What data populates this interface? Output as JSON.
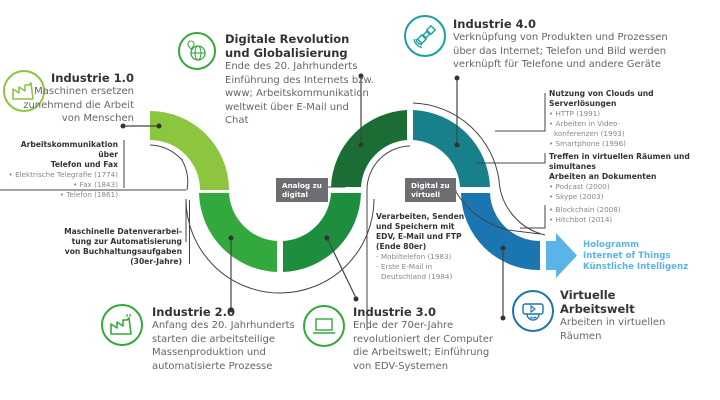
{
  "colors": {
    "industry1": "#8cc63f",
    "industry2": "#33a83c",
    "industry3": "#1e8e3e",
    "digital_revolution": "#1a6e35",
    "industry4": "#17808a",
    "virtual": "#1a75b0",
    "future_arrow": "#5ab4e8",
    "tag_bg": "#6d6e71"
  },
  "stages": {
    "industrie1": {
      "title": "Industrie 1.0",
      "text": [
        "Maschinen ersetzen",
        "zunehmend die Arbeit",
        "von Menschen"
      ],
      "icon": "factory-icon"
    },
    "digital_revolution": {
      "title": "Digitale Revolution und Globalisierung",
      "text": [
        "Ende des 20. Jahrhunderts",
        "Einführung des Internets bzw.",
        "www; Arbeitskommunikation",
        "weltweit über E-Mail und Chat"
      ],
      "icon": "globe-pin-icon"
    },
    "industrie4": {
      "title": "Industrie 4.0",
      "text": [
        "Verknüpfung von Produkten und Prozessen",
        "über das Internet; Telefon und Bild werden",
        "verknüpft für Telefone und andere Geräte"
      ],
      "icon": "satellite-icon"
    },
    "industrie2": {
      "title": "Industrie 2.0",
      "text": [
        "Anfang des 20. Jahrhunderts",
        "starten die arbeitsteilige",
        "Massenproduktion und",
        "automatisierte Prozesse"
      ],
      "icon": "factory-icon"
    },
    "industrie3": {
      "title": "Industrie 3.0",
      "text": [
        "Ende der 70er-Jahre",
        "revolutioniert der Computer",
        "die Arbeitswelt; Einführung",
        "von EDV-Systemen"
      ],
      "icon": "laptop-icon"
    },
    "virtuelle_arbeitswelt": {
      "title": "Virtuelle Arbeitswelt",
      "text": [
        "Arbeiten in virtuellen",
        "Räumen"
      ],
      "icon": "vr-headset-icon"
    }
  },
  "details": {
    "telefon_fax": {
      "title": [
        "Arbeitskommunikation über",
        "Telefon und Fax"
      ],
      "items": [
        "• Elektrische Telegrafie (1774)",
        "• Fax (1843)",
        "• Telefon (1861)"
      ]
    },
    "datenverarbeitung": {
      "title": [
        "Maschinelle Datenverarbei-",
        "tung zur Automatisierung",
        "von Buchhaltungsaufgaben",
        "(30er-Jahre)"
      ]
    },
    "edv": {
      "title": [
        "Verarbeiten, Senden",
        "und Speichern mit",
        "EDV, E-Mail und FTP",
        "(Ende 80er)"
      ],
      "items": [
        "- Mobiltelefon (1983)",
        "- Erste E-Mail in",
        "  Deutschland (1984)"
      ]
    },
    "clouds": {
      "title": [
        "Nutzung von Clouds und Serverlösungen"
      ],
      "items": [
        "• HTTP (1991)",
        "• Arbeiten in Video-",
        "  konferenzen (1993)",
        "• Smartphone (1996)"
      ]
    },
    "virtuelle_raeume": {
      "title": [
        "Treffen in virtuellen Räumen und simultanes",
        "Arbeiten an Dokumenten"
      ],
      "items": [
        "• Podcast (2000)",
        "• Skype (2003)"
      ]
    },
    "blockchain": {
      "items": [
        "• Blockchain (2008)",
        "• Hitchbot (2014)"
      ]
    }
  },
  "tags": {
    "analog_digital": [
      "Analog zu",
      "digital"
    ],
    "digital_virtuell": [
      "Digital zu",
      "virtuell"
    ]
  },
  "future": [
    "Hologramm",
    "Internet of Things",
    "Künstliche Intelligenz"
  ]
}
